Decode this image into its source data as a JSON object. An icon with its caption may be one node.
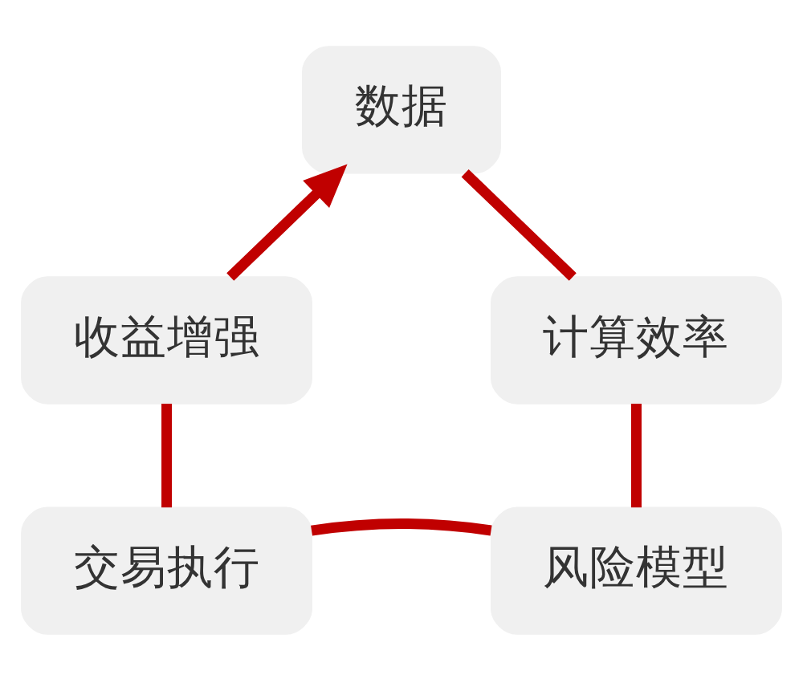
{
  "diagram": {
    "nodes": [
      {
        "text": [
          "数据"
        ]
      },
      {
        "text": [
          "收益增强"
        ]
      },
      {
        "text": [
          "计算效率"
        ]
      },
      {
        "text": [
          "交易执行"
        ]
      },
      {
        "text": [
          "风险模型"
        ]
      }
    ],
    "edges": [
      {
        "from": 0,
        "to": 2,
        "arrow": "none"
      },
      {
        "from": 2,
        "to": 4,
        "arrow": "none"
      },
      {
        "from": 4,
        "to": 3,
        "arrow": "none"
      },
      {
        "from": 3,
        "to": 1,
        "arrow": "none"
      },
      {
        "from": 1,
        "to": 0,
        "arrow": "to"
      }
    ]
  }
}
